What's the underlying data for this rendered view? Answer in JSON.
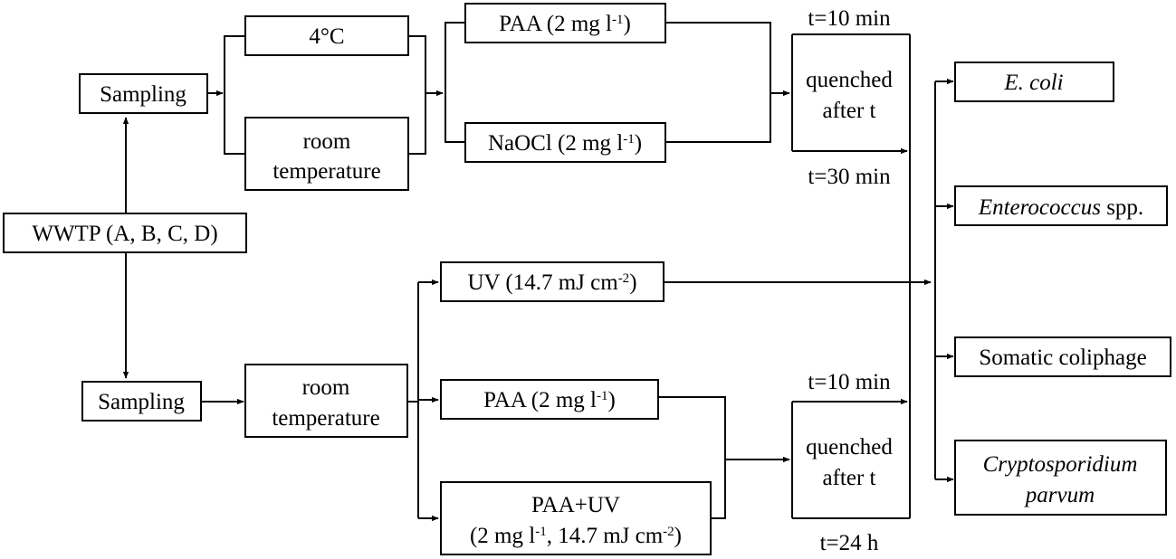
{
  "source": {
    "label": "WWTP (A, B, C, D)"
  },
  "upper": {
    "sampling": "Sampling",
    "temp_cold": "4°C",
    "temp_room_line1": "room",
    "temp_room_line2": "temperature",
    "paa": {
      "prefix": "PAA (2 mg l",
      "sup": "-1",
      "suffix": ")"
    },
    "naocl": {
      "prefix": "NaOCl (2 mg l",
      "sup": "-1",
      "suffix": ")"
    },
    "time_top": "t=10 min",
    "quench_line1": "quenched",
    "quench_line2": "after t",
    "time_bottom": "t=30 min"
  },
  "lower": {
    "sampling": "Sampling",
    "temp_room_line1": "room",
    "temp_room_line2": "temperature",
    "uv": {
      "prefix": "UV (14.7 mJ cm",
      "sup": "-2",
      "suffix": ")"
    },
    "paa": {
      "prefix": "PAA (2 mg l",
      "sup": "-1",
      "suffix": ")"
    },
    "paauv_line1": "PAA+UV",
    "paauv_line2": {
      "a": "(2 mg l",
      "sup1": "-1",
      "b": ", 14.7 mJ cm",
      "sup2": "-2",
      "c": ")"
    },
    "time_top": "t=10 min",
    "quench_line1": "quenched",
    "quench_line2": "after t",
    "time_bottom": "t=24 h"
  },
  "targets": {
    "ecoli": "E. coli",
    "enterococcus_italic": "Enterococcus",
    "enterococcus_rest": " spp.",
    "coliphage": "Somatic coliphage",
    "crypto_line1": "Cryptosporidium",
    "crypto_line2": "parvum"
  }
}
